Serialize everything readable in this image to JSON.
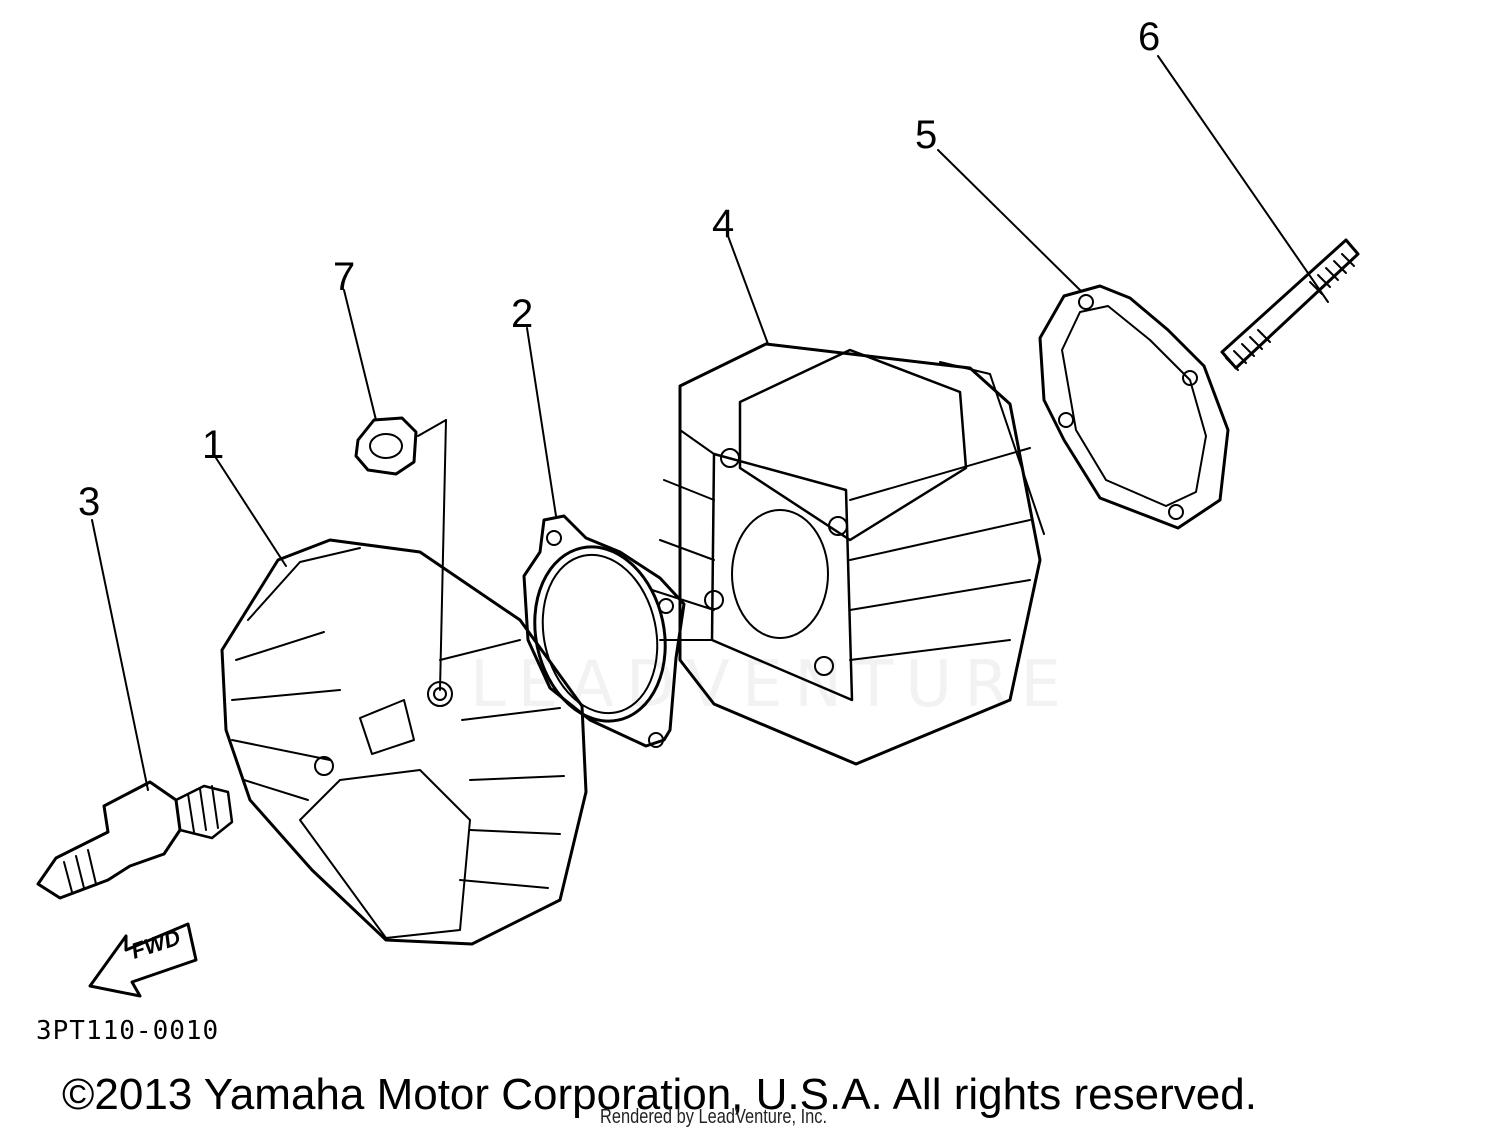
{
  "diagram": {
    "part_callouts": [
      {
        "id": "cylinder-head",
        "number": "1"
      },
      {
        "id": "cylinder-head-gasket",
        "number": "2"
      },
      {
        "id": "spark-plug",
        "number": "3"
      },
      {
        "id": "cylinder",
        "number": "4"
      },
      {
        "id": "cylinder-base-gasket",
        "number": "5"
      },
      {
        "id": "stud-bolt",
        "number": "6"
      },
      {
        "id": "nut",
        "number": "7"
      }
    ],
    "direction_label": "FWD",
    "diagram_code": "3PT110-0010",
    "watermark_text": "LEADVENTURE"
  },
  "footer": {
    "copyright": "©2013 Yamaha Motor Corporation, U.S.A. All rights reserved.",
    "rendered_by": "Rendered by LeadVenture, Inc."
  }
}
